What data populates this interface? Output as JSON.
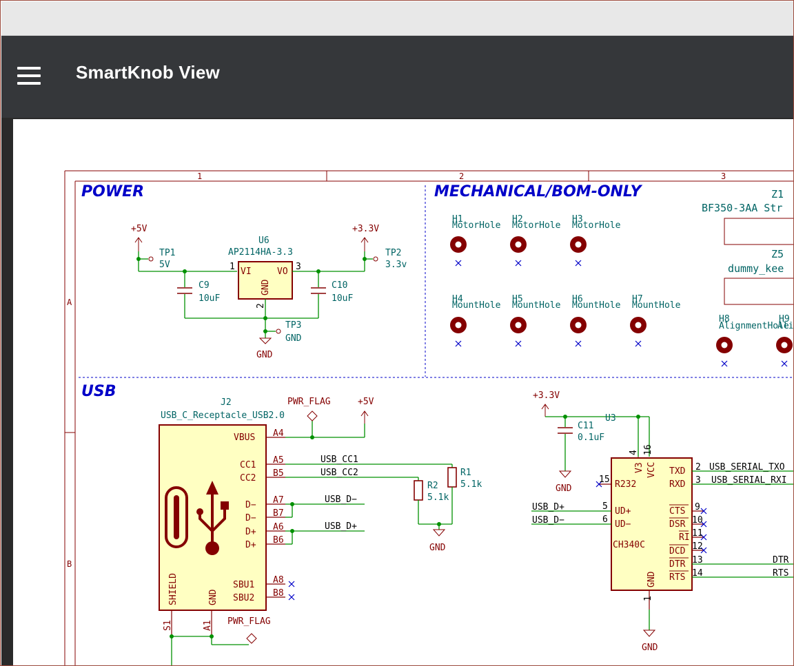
{
  "browser": {},
  "app": {
    "title": "SmartKnob View",
    "menu_icon": "hamburger-menu-icon"
  },
  "colors": {
    "appbar": "#35373a",
    "wire": "#009000",
    "component": "#840000",
    "component_fill": "#ffffc2",
    "sheet_text": "#006464",
    "heading": "#0000c8",
    "border": "#840000"
  },
  "border": {
    "columns": [
      "1",
      "2",
      "3"
    ],
    "rows": [
      "A",
      "B"
    ]
  },
  "sections": {
    "power": "POWER",
    "mechanical": "MECHANICAL/BOM-ONLY",
    "usb": "USB"
  },
  "power": {
    "p5v": "+5V",
    "p33v": "+3.3V",
    "tp1_ref": "TP1",
    "tp1_val": "5V",
    "tp2_ref": "TP2",
    "tp2_val": "3.3v",
    "tp3_ref": "TP3",
    "tp3_val": "GND",
    "u6_ref": "U6",
    "u6_val": "AP2114HA-3.3",
    "u6_vi": "VI",
    "u6_vo": "VO",
    "u6_gnd": "GND",
    "u6_pin1": "1",
    "u6_pin2": "2",
    "u6_pin3": "3",
    "c9_ref": "C9",
    "c9_val": "10uF",
    "c10_ref": "C10",
    "c10_val": "10uF",
    "gnd": "GND"
  },
  "mechanical": {
    "holes_top": [
      {
        "ref": "H1",
        "val": "MotorHole"
      },
      {
        "ref": "H2",
        "val": "MotorHole"
      },
      {
        "ref": "H3",
        "val": "MotorHole"
      }
    ],
    "holes_mid": [
      {
        "ref": "H4",
        "val": "MountHole"
      },
      {
        "ref": "H5",
        "val": "MountHole"
      },
      {
        "ref": "H6",
        "val": "MountHole"
      },
      {
        "ref": "H7",
        "val": "MountHole"
      }
    ],
    "h8_ref": "H8",
    "h8_val": "AlignmentHole",
    "h9_ref": "H9",
    "h9_val": "Alig",
    "z1_ref": "Z1",
    "z1_val": "BF350-3AA Str",
    "z5_ref": "Z5",
    "z5_val": "dummy_kee"
  },
  "usb": {
    "j2_ref": "J2",
    "j2_val": "USB_C_Receptacle_USB2.0",
    "pwr_flag": "PWR_FLAG",
    "p5v": "+5V",
    "pins": {
      "vbus": "VBUS",
      "cc1": "CC1",
      "cc2": "CC2",
      "dm1": "D−",
      "dm2": "D−",
      "dp1": "D+",
      "dp2": "D+",
      "sbu1": "SBU1",
      "sbu2": "SBU2",
      "shield": "SHIELD",
      "gnd": "GND"
    },
    "pin_nums": {
      "a4": "A4",
      "a5": "A5",
      "b5": "B5",
      "a7": "A7",
      "b7": "B7",
      "a6": "A6",
      "b6": "B6",
      "a8": "A8",
      "b8": "B8",
      "s1": "S1",
      "a1": "A1"
    },
    "nets": {
      "cc1": "USB_CC1",
      "cc2": "USB_CC2",
      "dm": "USB_D−",
      "dp": "USB_D+"
    },
    "r1_ref": "R1",
    "r1_val": "5.1k",
    "r2_ref": "R2",
    "r2_val": "5.1k",
    "gnd": "GND",
    "p33v": "+3.3V",
    "c11_ref": "C11",
    "c11_val": "0.1uF",
    "u3_ref": "U3",
    "u3_val": "CH340C",
    "u3_pins": {
      "v3": "V3",
      "vcc": "VCC",
      "r232": "R232",
      "ud_p": "UD+",
      "ud_m": "UD−",
      "txd": "TXD",
      "rxd": "RXD",
      "cts": "CTS",
      "dsr": "DSR",
      "ri": "RI",
      "dcd": "DCD",
      "dtr": "DTR",
      "rts": "RTS",
      "gnd": "GND"
    },
    "u3_nums": {
      "p4": "4",
      "p16": "16",
      "p15": "15",
      "p5": "5",
      "p6": "6",
      "p2": "2",
      "p3": "3",
      "p9": "9",
      "p10": "10",
      "p11": "11",
      "p12": "12",
      "p13": "13",
      "p14": "14",
      "p1": "1"
    },
    "serial_tx": "USB_SERIAL_TXO",
    "serial_rx": "USB_SERIAL_RXI",
    "ud_p_net": "USB_D+",
    "ud_m_net": "USB_D−",
    "dtr_net": "DTR",
    "rts_net": "RTS"
  }
}
